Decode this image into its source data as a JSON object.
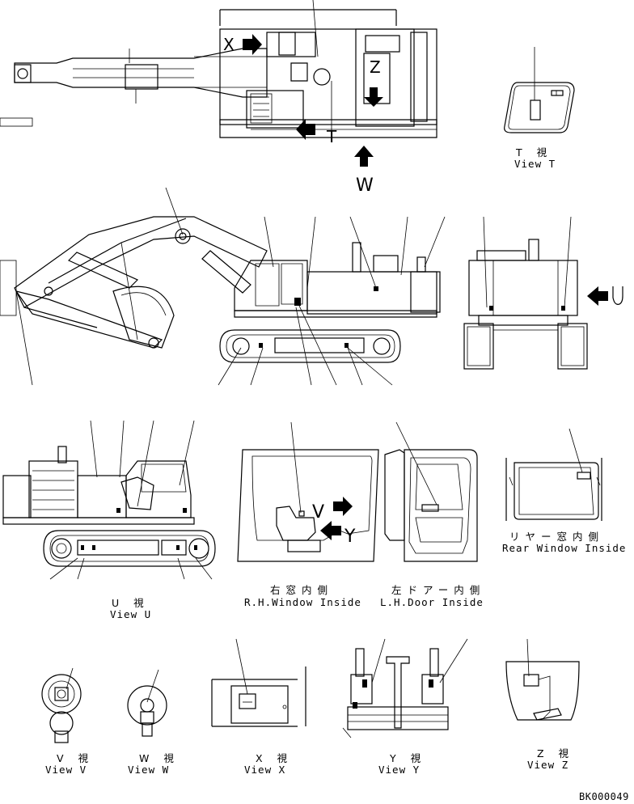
{
  "labels": {
    "view_t_jp": "T 視",
    "view_t_en": "View T",
    "view_u_jp": "U 視",
    "view_u_en": "View U",
    "view_v_jp": "V 視",
    "view_v_en": "View V",
    "view_w_jp": "W 視",
    "view_w_en": "View W",
    "view_x_jp": "X 視",
    "view_x_en": "View X",
    "view_y_jp": "Y 視",
    "view_y_en": "View Y",
    "view_z_jp": "Z 視",
    "view_z_en": "View Z",
    "rh_window_jp": "右窓内側",
    "rh_window_en": "R.H.Window Inside",
    "lh_door_jp": "左ドアー内側",
    "lh_door_en": "L.H.Door Inside",
    "rear_window_jp": "リヤー窓内側",
    "rear_window_en": "Rear Window Inside"
  },
  "arrow_letters": {
    "x": "X",
    "z": "Z",
    "t": "T",
    "w": "W",
    "u": "U",
    "v": "V",
    "y": "Y"
  },
  "drawing_number": "BK000049"
}
